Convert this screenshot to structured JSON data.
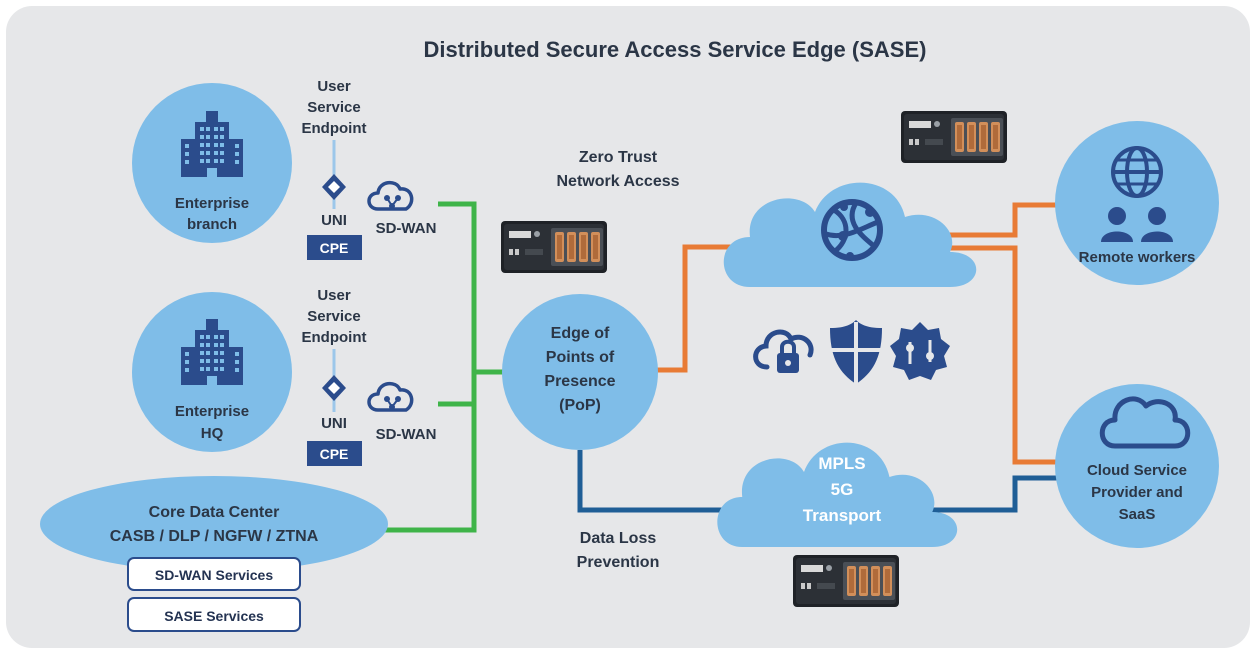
{
  "title": "Distributed Secure Access Service Edge (SASE)",
  "colors": {
    "background": "#e6e7e9",
    "bubble": "#7fbde8",
    "navy": "#2b4c8c",
    "sdwan_link": "#3fb449",
    "internet_link": "#e87b35",
    "mpls_link": "#1f5e96"
  },
  "sites": {
    "branch": {
      "line1": "Enterprise",
      "line2": "branch",
      "icon": "building-icon"
    },
    "hq": {
      "line1": "Enterprise",
      "line2": "HQ",
      "icon": "building-icon"
    }
  },
  "endpoint_label": {
    "line1": "User",
    "line2": "Service",
    "line3": "Endpoint"
  },
  "uni_label": "UNI",
  "cpe_label": "CPE",
  "sdwan_label": "SD-WAN",
  "core": {
    "line1": "Core Data Center",
    "line2": "CASB / DLP / NGFW / ZTNA",
    "service1": "SD-WAN Services",
    "service2": "SASE Services"
  },
  "pop": {
    "line1": "Edge of",
    "line2": "Points of",
    "line3": "Presence",
    "line4": "(PoP)"
  },
  "ztna": {
    "line1": "Zero Trust",
    "line2": "Network Access"
  },
  "dlp": {
    "line1": "Data Loss",
    "line2": "Prevention"
  },
  "mpls": {
    "line1": "MPLS",
    "line2": "5G",
    "line3": "Transport"
  },
  "remote": {
    "label": "Remote workers",
    "icons": [
      "globe-icon",
      "users-icon"
    ]
  },
  "cloud_provider": {
    "line1": "Cloud Service",
    "line2": "Provider and",
    "line3": "SaaS",
    "icon": "cloud-icon"
  },
  "security_icons": [
    "cloud-lock-icon",
    "shield-icon",
    "policy-gear-icon"
  ]
}
